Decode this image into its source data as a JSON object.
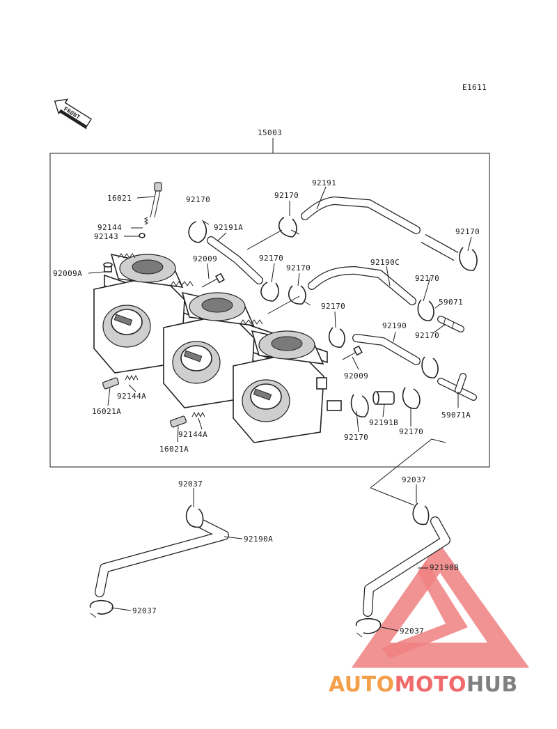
{
  "diagram_code": "E1611",
  "front_label": "FRONT",
  "labels": {
    "assembly": "15003",
    "p16021": "16021",
    "p92170_a": "92170",
    "p92170_b": "92170",
    "p92191": "92191",
    "p92144": "92144",
    "p92143": "92143",
    "p92191A": "92191A",
    "p92170_c": "92170",
    "p92009": "92009",
    "p92170_d": "92170",
    "p92170_e": "92170",
    "p92190C": "92190C",
    "p92009A": "92009A",
    "p92170_f": "92170",
    "p92170_g": "92170",
    "p59071": "59071",
    "p92190": "92190",
    "p92170_h": "92170",
    "p92009_b": "92009",
    "p92144A_a": "92144A",
    "p16021A_a": "16021A",
    "p59071A": "59071A",
    "p92191B": "92191B",
    "p92170_i": "92170",
    "p92170_j": "92170",
    "p92144A_b": "92144A",
    "p16021A_b": "16021A",
    "p92037_a": "92037",
    "p92037_b": "92037",
    "p92190A": "92190A",
    "p92190B": "92190B",
    "p92037_c": "92037",
    "p92037_d": "92037"
  },
  "watermark": {
    "part1": "AUTO",
    "part2": "MOTO",
    "part3": "HUB",
    "color1": "#f4a04a",
    "color2": "#ef6b6b",
    "color3": "#808080"
  }
}
